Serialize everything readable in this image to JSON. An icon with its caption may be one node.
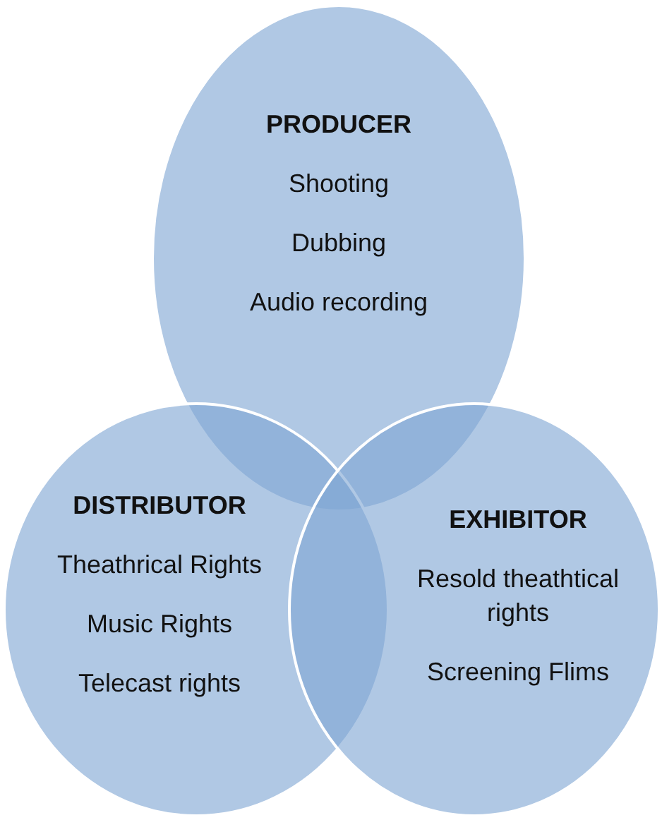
{
  "diagram": {
    "nodes": [
      {
        "text": [
          "PRODUCER",
          "Shooting",
          "Dubbing",
          "Audio recording"
        ]
      },
      {
        "text": [
          "DISTRIBUTOR",
          "Theathrical Rights",
          "Music Rights",
          "Telecast rights"
        ]
      },
      {
        "text": [
          "EXHIBITOR",
          "Resold theathtical rights",
          "Screening Flims"
        ]
      }
    ]
  }
}
